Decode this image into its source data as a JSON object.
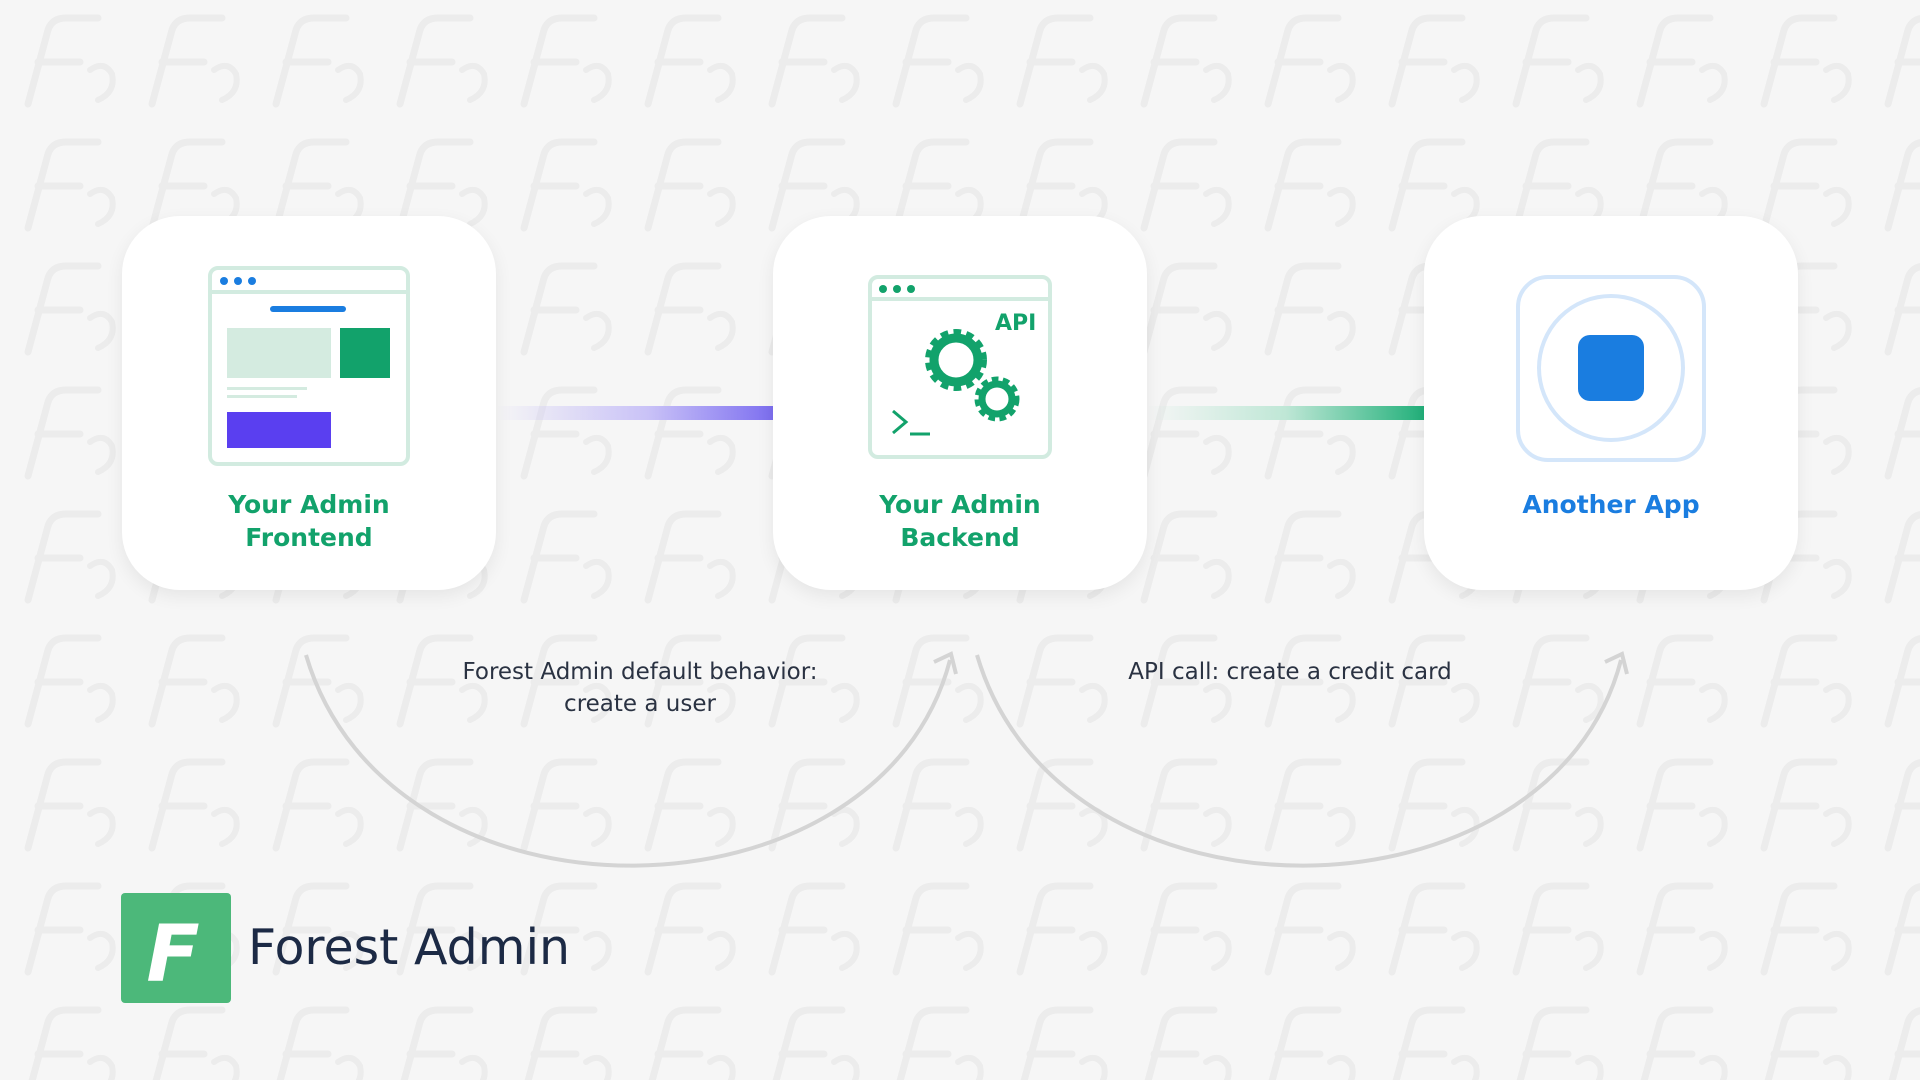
{
  "nodes": [
    {
      "id": "frontend",
      "label_lines": [
        "Your Admin",
        "Frontend"
      ],
      "color": "#12a26b",
      "icon": "browser-window-icon"
    },
    {
      "id": "backend",
      "label_lines": [
        "Your Admin",
        "Backend"
      ],
      "color": "#12a26b",
      "icon": "api-gears-icon",
      "icon_text": "API"
    },
    {
      "id": "other",
      "label_lines": [
        "Another App"
      ],
      "color": "#1a7de0",
      "icon": "app-icon"
    }
  ],
  "connectors": [
    {
      "from": "frontend",
      "to": "backend",
      "color": "#7d6ff0"
    },
    {
      "from": "backend",
      "to": "other",
      "color": "#22b07a"
    }
  ],
  "captions": [
    {
      "lines": [
        "Forest Admin default behavior:",
        "create a user"
      ]
    },
    {
      "lines": [
        "API call: create a credit card"
      ]
    }
  ],
  "brand": {
    "name": "Forest Admin",
    "mark_letter": "F",
    "color": "#4cb87a",
    "text_color": "#1c2a45"
  }
}
